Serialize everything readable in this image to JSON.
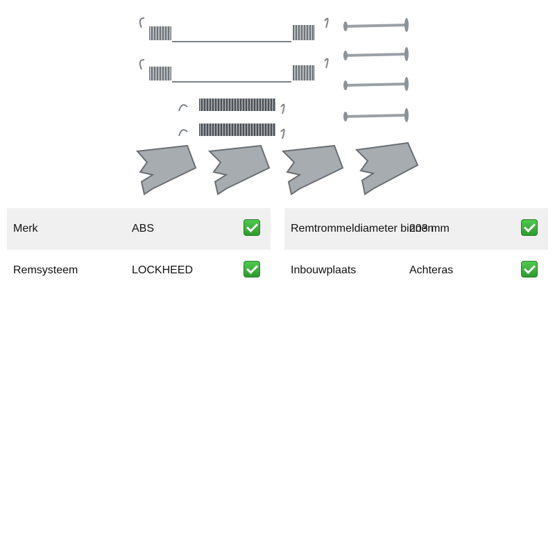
{
  "product_image": {
    "alt": ""
  },
  "specs_left": [
    {
      "label": "Merk",
      "value": "ABS",
      "check_icon": "check-mark-icon"
    },
    {
      "label": "Remsysteem",
      "value": "LOCKHEED",
      "check_icon": "check-mark-icon"
    }
  ],
  "specs_right": [
    {
      "label": "Remtrommeldiameter binnen",
      "value": "203 mm",
      "check_icon": "check-mark-icon"
    },
    {
      "label": "Inbouwplaats",
      "value": "Achteras",
      "check_icon": "check-mark-icon"
    }
  ],
  "colors": {
    "row_shade": "#f0f0f0",
    "check_green": "#3cb33c"
  }
}
